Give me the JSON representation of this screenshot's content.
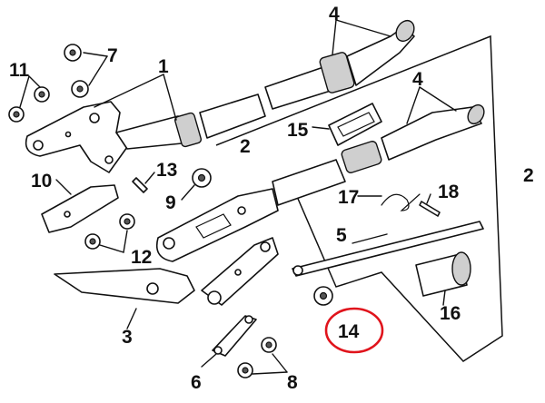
{
  "callouts": {
    "c1": "1",
    "c2a": "2",
    "c2b": "2",
    "c3": "3",
    "c4a": "4",
    "c4b": "4",
    "c5": "5",
    "c6": "6",
    "c7": "7",
    "c8": "8",
    "c9": "9",
    "c10": "10",
    "c11": "11",
    "c12": "12",
    "c13": "13",
    "c14": "14",
    "c15": "15",
    "c16": "16",
    "c17": "17",
    "c18": "18"
  },
  "highlight_color": "#e0141c",
  "line_color": "#111111"
}
